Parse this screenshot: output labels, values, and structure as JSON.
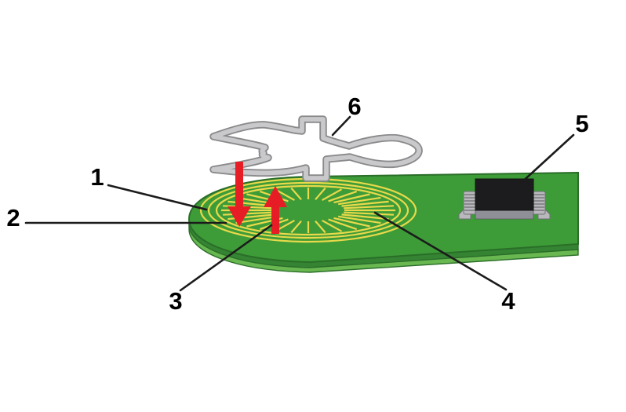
{
  "callouts": [
    {
      "number": "1"
    },
    {
      "number": "2"
    },
    {
      "number": "3"
    },
    {
      "number": "4"
    },
    {
      "number": "5"
    },
    {
      "number": "6"
    }
  ],
  "icons": {
    "arrow_down": "red-arrow-down",
    "arrow_up": "red-arrow-up"
  },
  "colors": {
    "background": "#ffffff",
    "pcb_top": "#3d9c38",
    "pcb_side_dark": "#358433",
    "pcb_side_light": "#68b751",
    "pcb_outline": "#2a6e28",
    "coil_trace": "#e9d94b",
    "arrow_red": "#e71d25",
    "clip_fill": "#c9c9cb",
    "clip_outline": "#8a8a8c",
    "chip_body": "#1c1c1e",
    "chip_base": "#8f8f97",
    "lead_fill": "#b9b9bd",
    "lead_stripe": "#6f6f73",
    "label_color": "#000000",
    "leader_color": "#1b1b1b"
  }
}
